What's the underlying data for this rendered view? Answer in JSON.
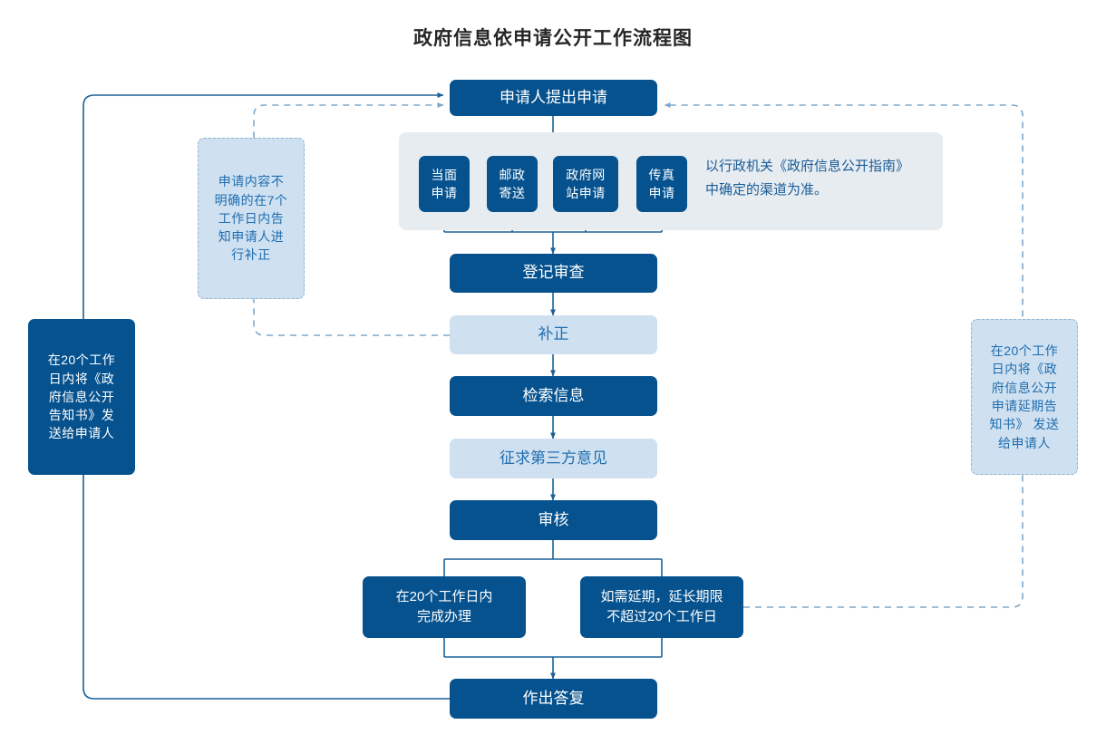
{
  "title": "政府信息依申请公开工作流程图",
  "colors": {
    "dark_blue": "#05528f",
    "light_blue": "#cfe0f0",
    "panel_gray": "#e7ecf1",
    "light_text": "#1f6eb0",
    "line": "#1b6098",
    "dashed_line": "#7fa8cb",
    "title_text": "#262626"
  },
  "flow": {
    "start": "申请人提出申请",
    "channels": [
      "当面\n申请",
      "邮政\n寄送",
      "政府网\n站申请",
      "传真\n申请"
    ],
    "channel_note": "以行政机关《政府信息公开指南》\n中确定的渠道为准。",
    "steps": [
      {
        "label": "登记审查",
        "style": "dark"
      },
      {
        "label": "补正",
        "style": "light"
      },
      {
        "label": "检索信息",
        "style": "dark"
      },
      {
        "label": "征求第三方意见",
        "style": "light"
      },
      {
        "label": "审核",
        "style": "dark"
      }
    ],
    "branch_left": "在20个工作日内\n完成办理",
    "branch_right": "如需延期，延长期限\n不超过20个工作日",
    "end": "作出答复"
  },
  "side_notes": {
    "correction_note": "申请内容不\n明确的在7个\n工作日内告\n知申请人进\n行补正",
    "left_notice": "在20个工作\n日内将《政\n府信息公开\n告知书》发\n送给申请人",
    "right_notice": "在20个工作\n日内将《政\n府信息公开\n申请延期告\n知书》 发送\n给申请人"
  }
}
